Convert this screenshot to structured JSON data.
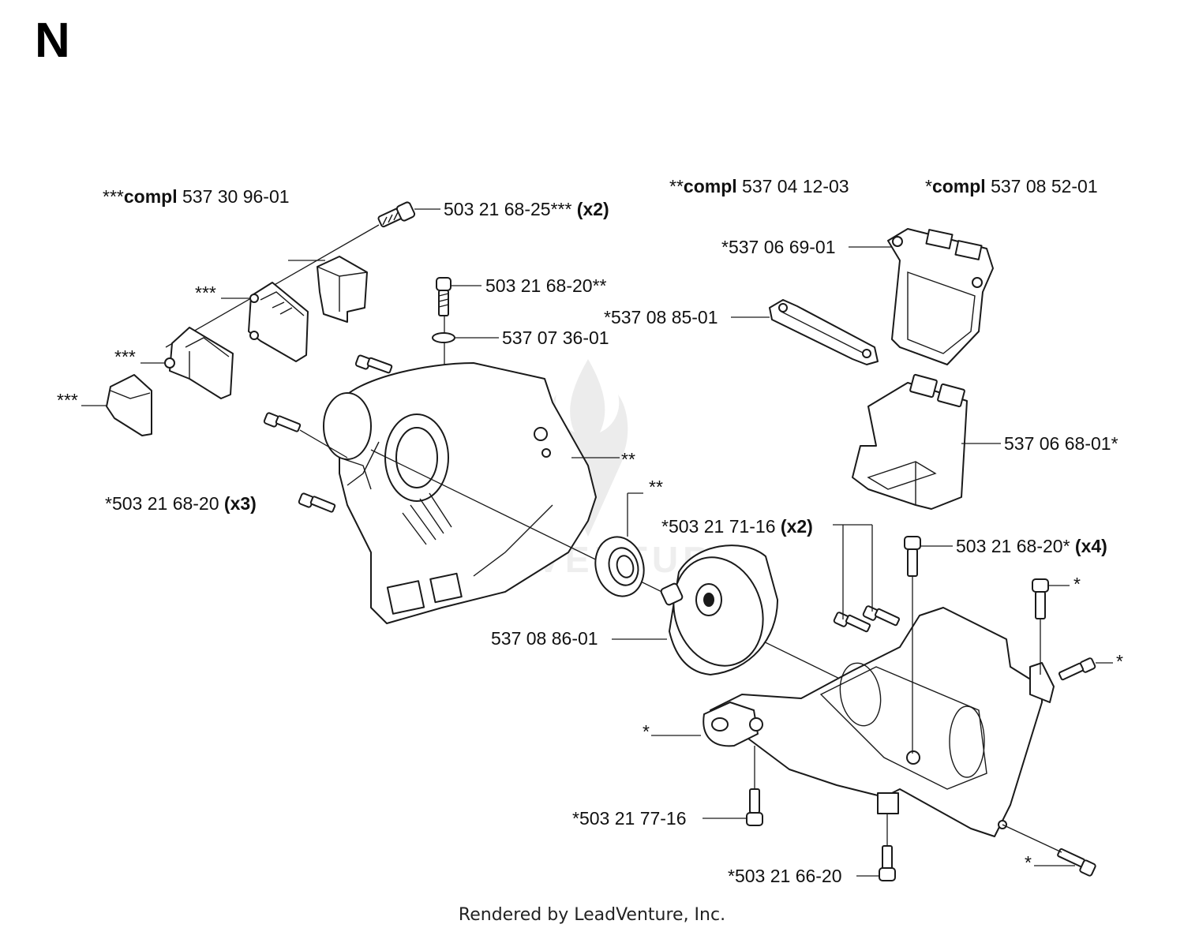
{
  "section": "N",
  "footer": "Rendered by LeadVenture, Inc.",
  "watermark": "LEADVENTURE",
  "assemblies": [
    {
      "prefix": "***",
      "bold": "compl",
      "number": " 537 30 96-01"
    },
    {
      "prefix": "**",
      "bold": "compl",
      "number": " 537 04 12-03"
    },
    {
      "prefix": "*",
      "bold": "compl",
      "number": " 537 08 52-01"
    }
  ],
  "callouts": {
    "screw_x2_top": {
      "text": "503 21 68-25***",
      "qty": " (x2)"
    },
    "screw_top_center": {
      "text": "503 21 68-20**"
    },
    "ring": {
      "text": "537 07 36-01"
    },
    "gasket_top": {
      "text": "*537 06 69-01"
    },
    "gasket_small": {
      "text": "*537 08 85-01"
    },
    "intake_housing": {
      "text": "537 06 68-01*"
    },
    "screw_x3": {
      "text": "*503 21 68-20",
      "qty": " (x3)"
    },
    "bearing_marker": {
      "text": "**"
    },
    "case_marker": {
      "text": "**"
    },
    "screw_x2_mid": {
      "text": "*503 21 71-16",
      "qty": " (x2)"
    },
    "screw_x4": {
      "text": "503 21 68-20*",
      "qty": " (x4)"
    },
    "hub": {
      "text": "537 08 86-01"
    },
    "screw_bottom_1": {
      "text": "*503 21 77-16"
    },
    "screw_bottom_2": {
      "text": "*503 21 66-20"
    },
    "marker_1": {
      "text": "***"
    },
    "marker_2": {
      "text": "***"
    },
    "marker_3": {
      "text": "***"
    },
    "marker_4": {
      "text": "*"
    },
    "marker_5": {
      "text": "*"
    },
    "marker_6": {
      "text": "*"
    },
    "marker_7": {
      "text": "*"
    }
  }
}
